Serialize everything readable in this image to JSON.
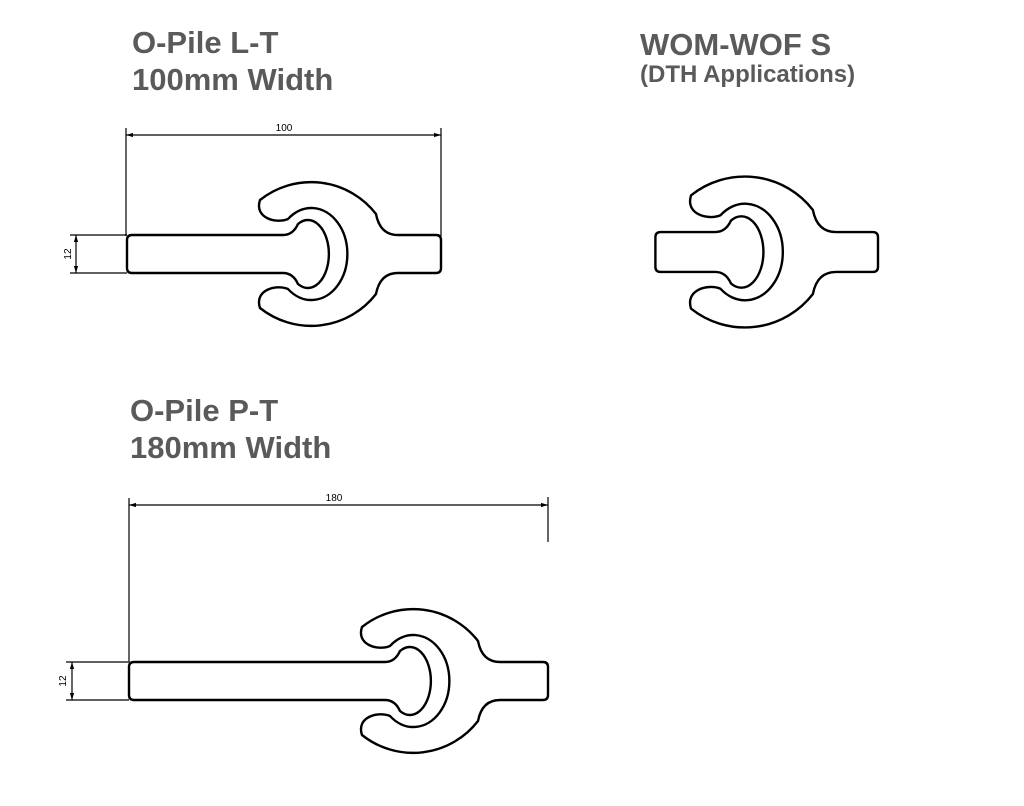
{
  "profiles": [
    {
      "title": "O-Pile L-T",
      "subtitle": "100mm Width",
      "width_dimension": "100",
      "height_dimension": "12"
    },
    {
      "title": "WOM-WOF S",
      "subtitle": "(DTH Applications)"
    },
    {
      "title": "O-Pile P-T",
      "subtitle": "180mm Width",
      "width_dimension": "180",
      "height_dimension": "12"
    }
  ],
  "colors": {
    "title": "#5a5a5c",
    "line": "#000000"
  }
}
